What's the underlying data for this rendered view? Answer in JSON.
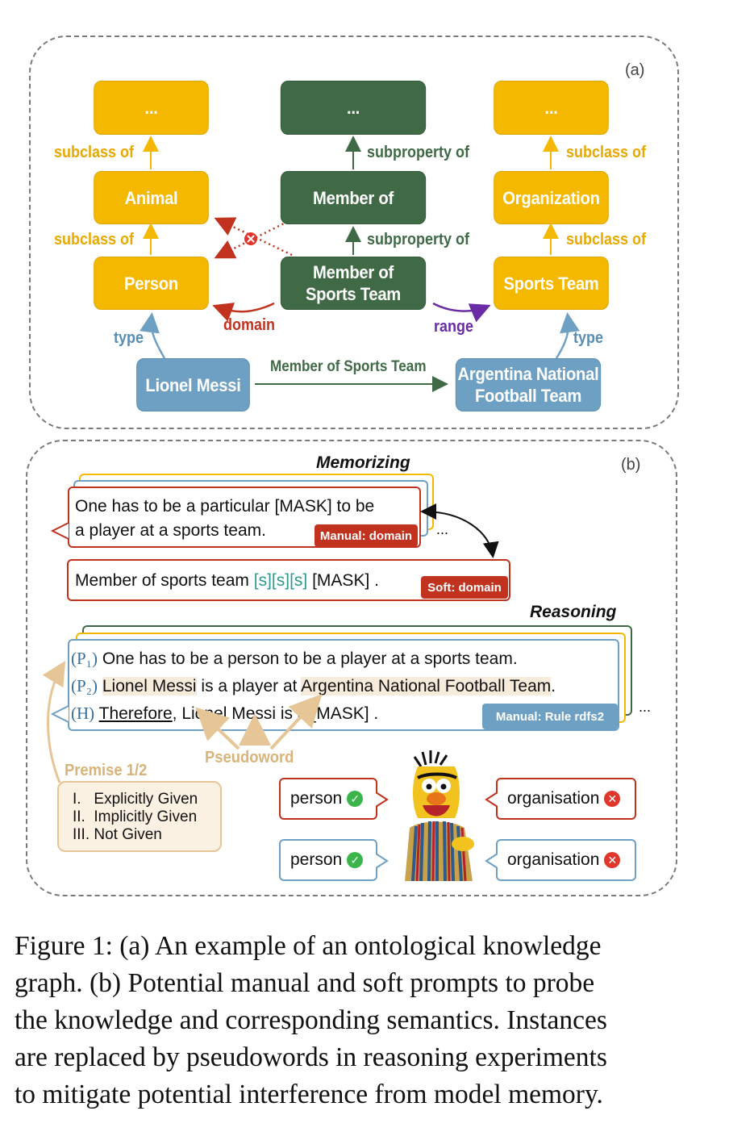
{
  "panel_a": {
    "tag": "(a)",
    "nodes": {
      "dots_left": "...",
      "dots_mid": "...",
      "dots_right": "...",
      "animal": "Animal",
      "member_of": "Member of",
      "organization": "Organization",
      "person": "Person",
      "member_of_sports_team_line1": "Member of",
      "member_of_sports_team_line2": "Sports Team",
      "sports_team": "Sports Team",
      "lionel_messi": "Lionel Messi",
      "argentina_line1": "Argentina National",
      "argentina_line2": "Football Team"
    },
    "edges": {
      "subclass_of_1": "subclass of",
      "subclass_of_2": "subclass of",
      "subclass_of_3": "subclass of",
      "subclass_of_4": "subclass of",
      "subproperty_of_1": "subproperty of",
      "subproperty_of_2": "subproperty of",
      "domain": "domain",
      "range": "range",
      "type_left": "type",
      "type_right": "type",
      "member_of_sports_team": "Member of Sports Team"
    }
  },
  "panel_b": {
    "tag": "(b)",
    "memorizing_title": "Memorizing",
    "reasoning_title": "Reasoning",
    "manual_prompt_line1": "One has to be a particular [MASK] to be",
    "manual_prompt_line2": "a player at a sports team.",
    "manual_domain_badge": "Manual: domain",
    "ellipsis": "...",
    "soft_prompt_prefix": "Member of sports team ",
    "soft_prompt_tokens": "[s][s][s]",
    "soft_prompt_suffix": " [MASK] .",
    "soft_domain_badge": "Soft: domain",
    "p1_label": "(P₁)",
    "p1_text": "One has to be a person to be a player at a sports team.",
    "p2_label": "(P₂)",
    "p2_entity1": "Lionel Messi",
    "p2_mid": " is a player at ",
    "p2_entity2": "Argentina National Football Team",
    "p2_end": ".",
    "h_label": "(H)",
    "h_therefore": "Therefore",
    "h_rest": ", Lionel Messi is a [MASK] .",
    "rule_badge": "Manual: Rule rdfs2",
    "pseudoword_label": "Pseudoword",
    "premise_title": "Premise 1/2",
    "premise_items": [
      "I.   Explicitly Given",
      "II.  Implicitly Given",
      "III. Not Given"
    ],
    "answers": {
      "top_left": "person",
      "top_right": "organisation",
      "bottom_left": "person",
      "bottom_right": "organisation"
    }
  },
  "caption": [
    "Figure 1: (a) An example of an ontological knowledge",
    "graph. (b) Potential manual and soft prompts to probe",
    "the knowledge and corresponding semantics. Instances",
    "are replaced by pseudowords in reasoning experiments",
    "to mitigate potential interference from model memory."
  ]
}
